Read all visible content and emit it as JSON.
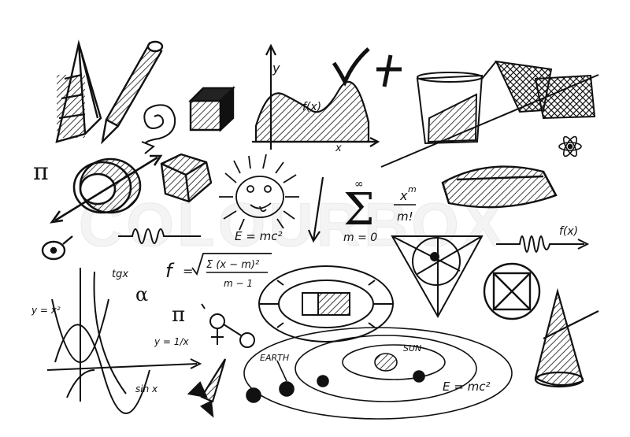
{
  "watermark": {
    "text": "COLOURBOX"
  },
  "labels": {
    "pi_left": "π",
    "pi_mid": "π",
    "alpha": "α",
    "y_axis": "y",
    "f_x_graph": "f(x)",
    "x_mark": "x",
    "sum_top": "∞",
    "sum_sigma": "Σ",
    "sum_bottom": "m = 0",
    "sum_num": "x",
    "sum_exp": "m",
    "sum_den": "m!",
    "emc2_face": "E = mc²",
    "emc2_bottom": "E = mc²",
    "wave_fx": "f(x)",
    "std_f": "f",
    "std_num": "Σ (x − m)²",
    "std_den": "m − 1",
    "tgx": "tgx",
    "y_x2": "y = x²",
    "y_1x": "y = 1/x",
    "sinx": "sin x",
    "earth": "EARTH",
    "sun": "SUN"
  },
  "colors": {
    "ink": "#111111",
    "paper": "#ffffff"
  }
}
